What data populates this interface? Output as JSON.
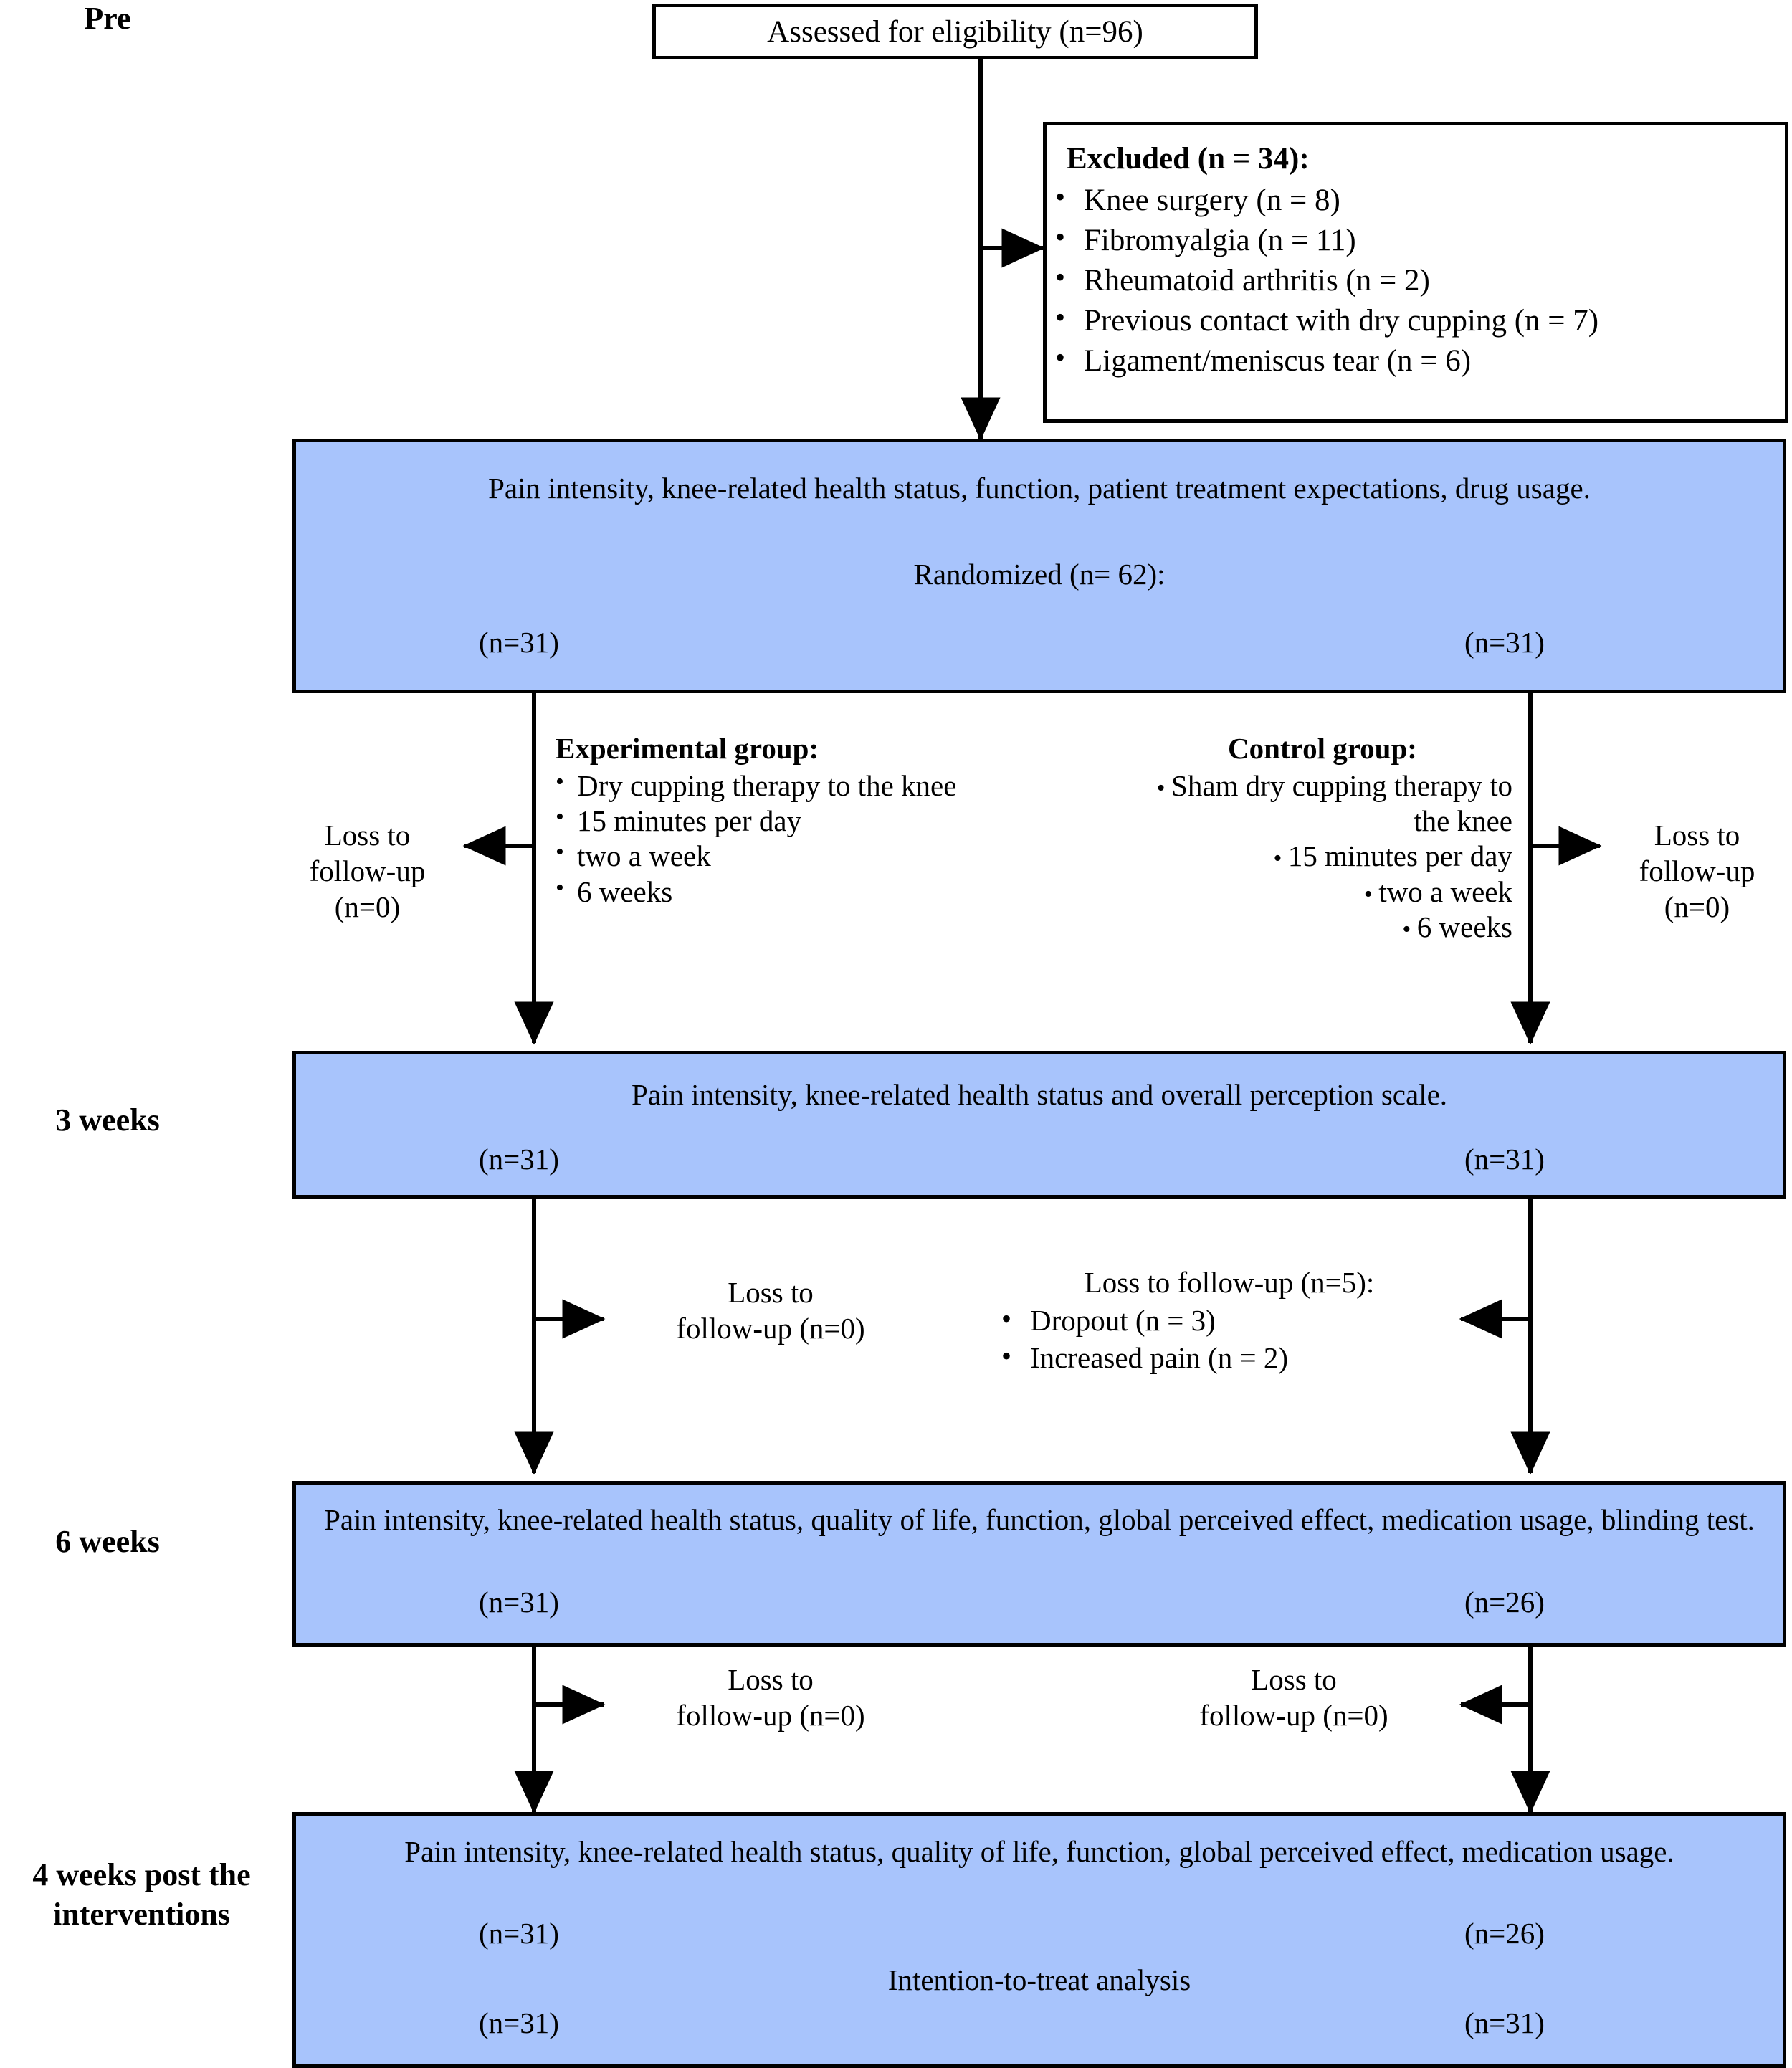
{
  "diagram": {
    "title": "CONSORT participant flow diagram",
    "colors": {
      "box_fill": "#a8c4fc",
      "box_border": "#000000",
      "page_background": "#ffffff"
    }
  },
  "stage_labels": {
    "pre": "Pre",
    "week3": "3 weeks",
    "week6": "6 weeks",
    "post4_line1": "4 weeks post the",
    "post4_line2": "interventions"
  },
  "enrollment": {
    "assessed": "Assessed for eligibility (n=96)",
    "excluded_title": "Excluded (n = 34):",
    "excluded_items": [
      "Knee surgery (n = 8)",
      "Fibromyalgia (n = 11)",
      "Rheumatoid arthritis (n = 2)",
      "Previous contact with dry cupping (n = 7)",
      "Ligament/meniscus tear (n = 6)"
    ]
  },
  "pre_box": {
    "measures": "Pain intensity, knee-related health status, function, patient treatment expectations, drug usage.",
    "randomized": "Randomized (n= 62):",
    "left_n": "(n=31)",
    "right_n": "(n=31)"
  },
  "interventions": {
    "experimental": {
      "title": "Experimental group:",
      "items": [
        "Dry cupping therapy to the knee",
        "15 minutes per day",
        "two a week",
        "6 weeks"
      ]
    },
    "control": {
      "title": "Control group:",
      "items": [
        "Sham dry cupping therapy to the knee",
        "15 minutes per day",
        "two a week",
        "6 weeks"
      ]
    },
    "loss_left": [
      "Loss to",
      "follow-up",
      "(n=0)"
    ],
    "loss_right": [
      "Loss to",
      "follow-up",
      "(n=0)"
    ]
  },
  "week3_box": {
    "measures": "Pain intensity, knee-related health status and overall perception scale.",
    "left_n": "(n=31)",
    "right_n": "(n=31)"
  },
  "loss_3to6": {
    "left_line1": "Loss to",
    "left_line2": "follow-up (n=0)",
    "right_title": "Loss to follow-up (n=5):",
    "right_items": [
      "Dropout (n = 3)",
      "Increased pain (n = 2)"
    ]
  },
  "week6_box": {
    "measures": "Pain intensity, knee-related health status, quality of life, function, global perceived effect, medication usage, blinding test.",
    "left_n": "(n=31)",
    "right_n": "(n=26)"
  },
  "loss_6to_post": {
    "left_line1": "Loss to",
    "left_line2": "follow-up (n=0)",
    "right_line1": "Loss to",
    "right_line2": "follow-up (n=0)"
  },
  "final_box": {
    "measures": "Pain intensity, knee-related health status, quality of life, function, global perceived effect, medication usage.",
    "left_n1": "(n=31)",
    "right_n1": "(n=26)",
    "analysis": "Intention-to-treat analysis",
    "left_n2": "(n=31)",
    "right_n2": "(n=31)"
  }
}
